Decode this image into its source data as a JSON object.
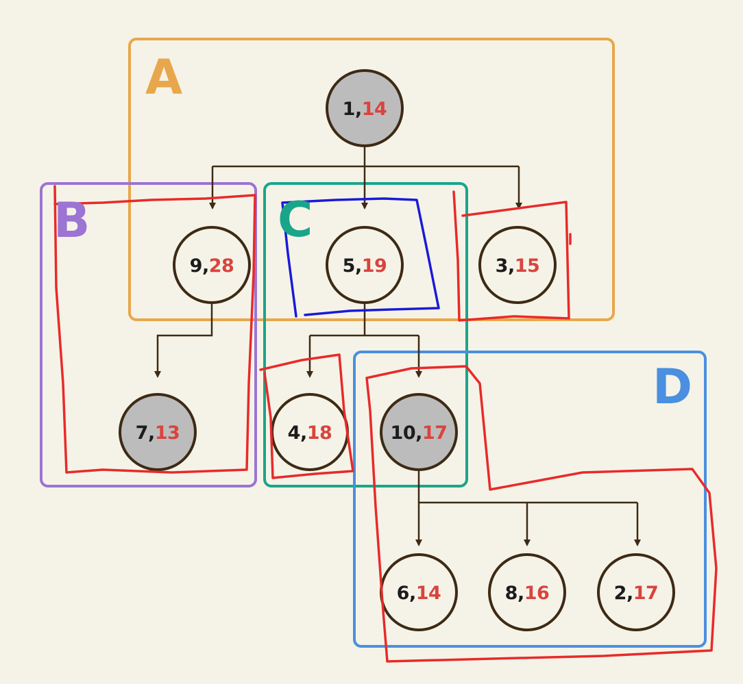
{
  "colors": {
    "background": "#f5f3e7",
    "node_stroke": "#3d2a15",
    "node_fill_shaded": "#bcbcbc",
    "node_fill_plain": "#f5f3e7",
    "id_text": "#1c1c1c",
    "value_text": "#d9443e",
    "edge": "#3d2a15",
    "annotation_red": "#e82a2a",
    "annotation_blue": "#1a1ad8"
  },
  "groups": [
    {
      "label": "A",
      "color": "#e8a74c"
    },
    {
      "label": "B",
      "color": "#9b74d4"
    },
    {
      "label": "C",
      "color": "#1aa58a"
    },
    {
      "label": "D",
      "color": "#4a8fe0"
    }
  ],
  "nodes": [
    {
      "id": "1",
      "value": "14",
      "shaded": true
    },
    {
      "id": "9",
      "value": "28",
      "shaded": false
    },
    {
      "id": "5",
      "value": "19",
      "shaded": false
    },
    {
      "id": "3",
      "value": "15",
      "shaded": false
    },
    {
      "id": "7",
      "value": "13",
      "shaded": true
    },
    {
      "id": "4",
      "value": "18",
      "shaded": false
    },
    {
      "id": "10",
      "value": "17",
      "shaded": true
    },
    {
      "id": "6",
      "value": "14",
      "shaded": false
    },
    {
      "id": "8",
      "value": "16",
      "shaded": false
    },
    {
      "id": "2",
      "value": "17",
      "shaded": false
    }
  ],
  "edges": [
    {
      "from": "1",
      "to": "9"
    },
    {
      "from": "1",
      "to": "5"
    },
    {
      "from": "1",
      "to": "3"
    },
    {
      "from": "9",
      "to": "7"
    },
    {
      "from": "5",
      "to": "4"
    },
    {
      "from": "5",
      "to": "10"
    },
    {
      "from": "10",
      "to": "6"
    },
    {
      "from": "10",
      "to": "8"
    },
    {
      "from": "10",
      "to": "2"
    }
  ]
}
